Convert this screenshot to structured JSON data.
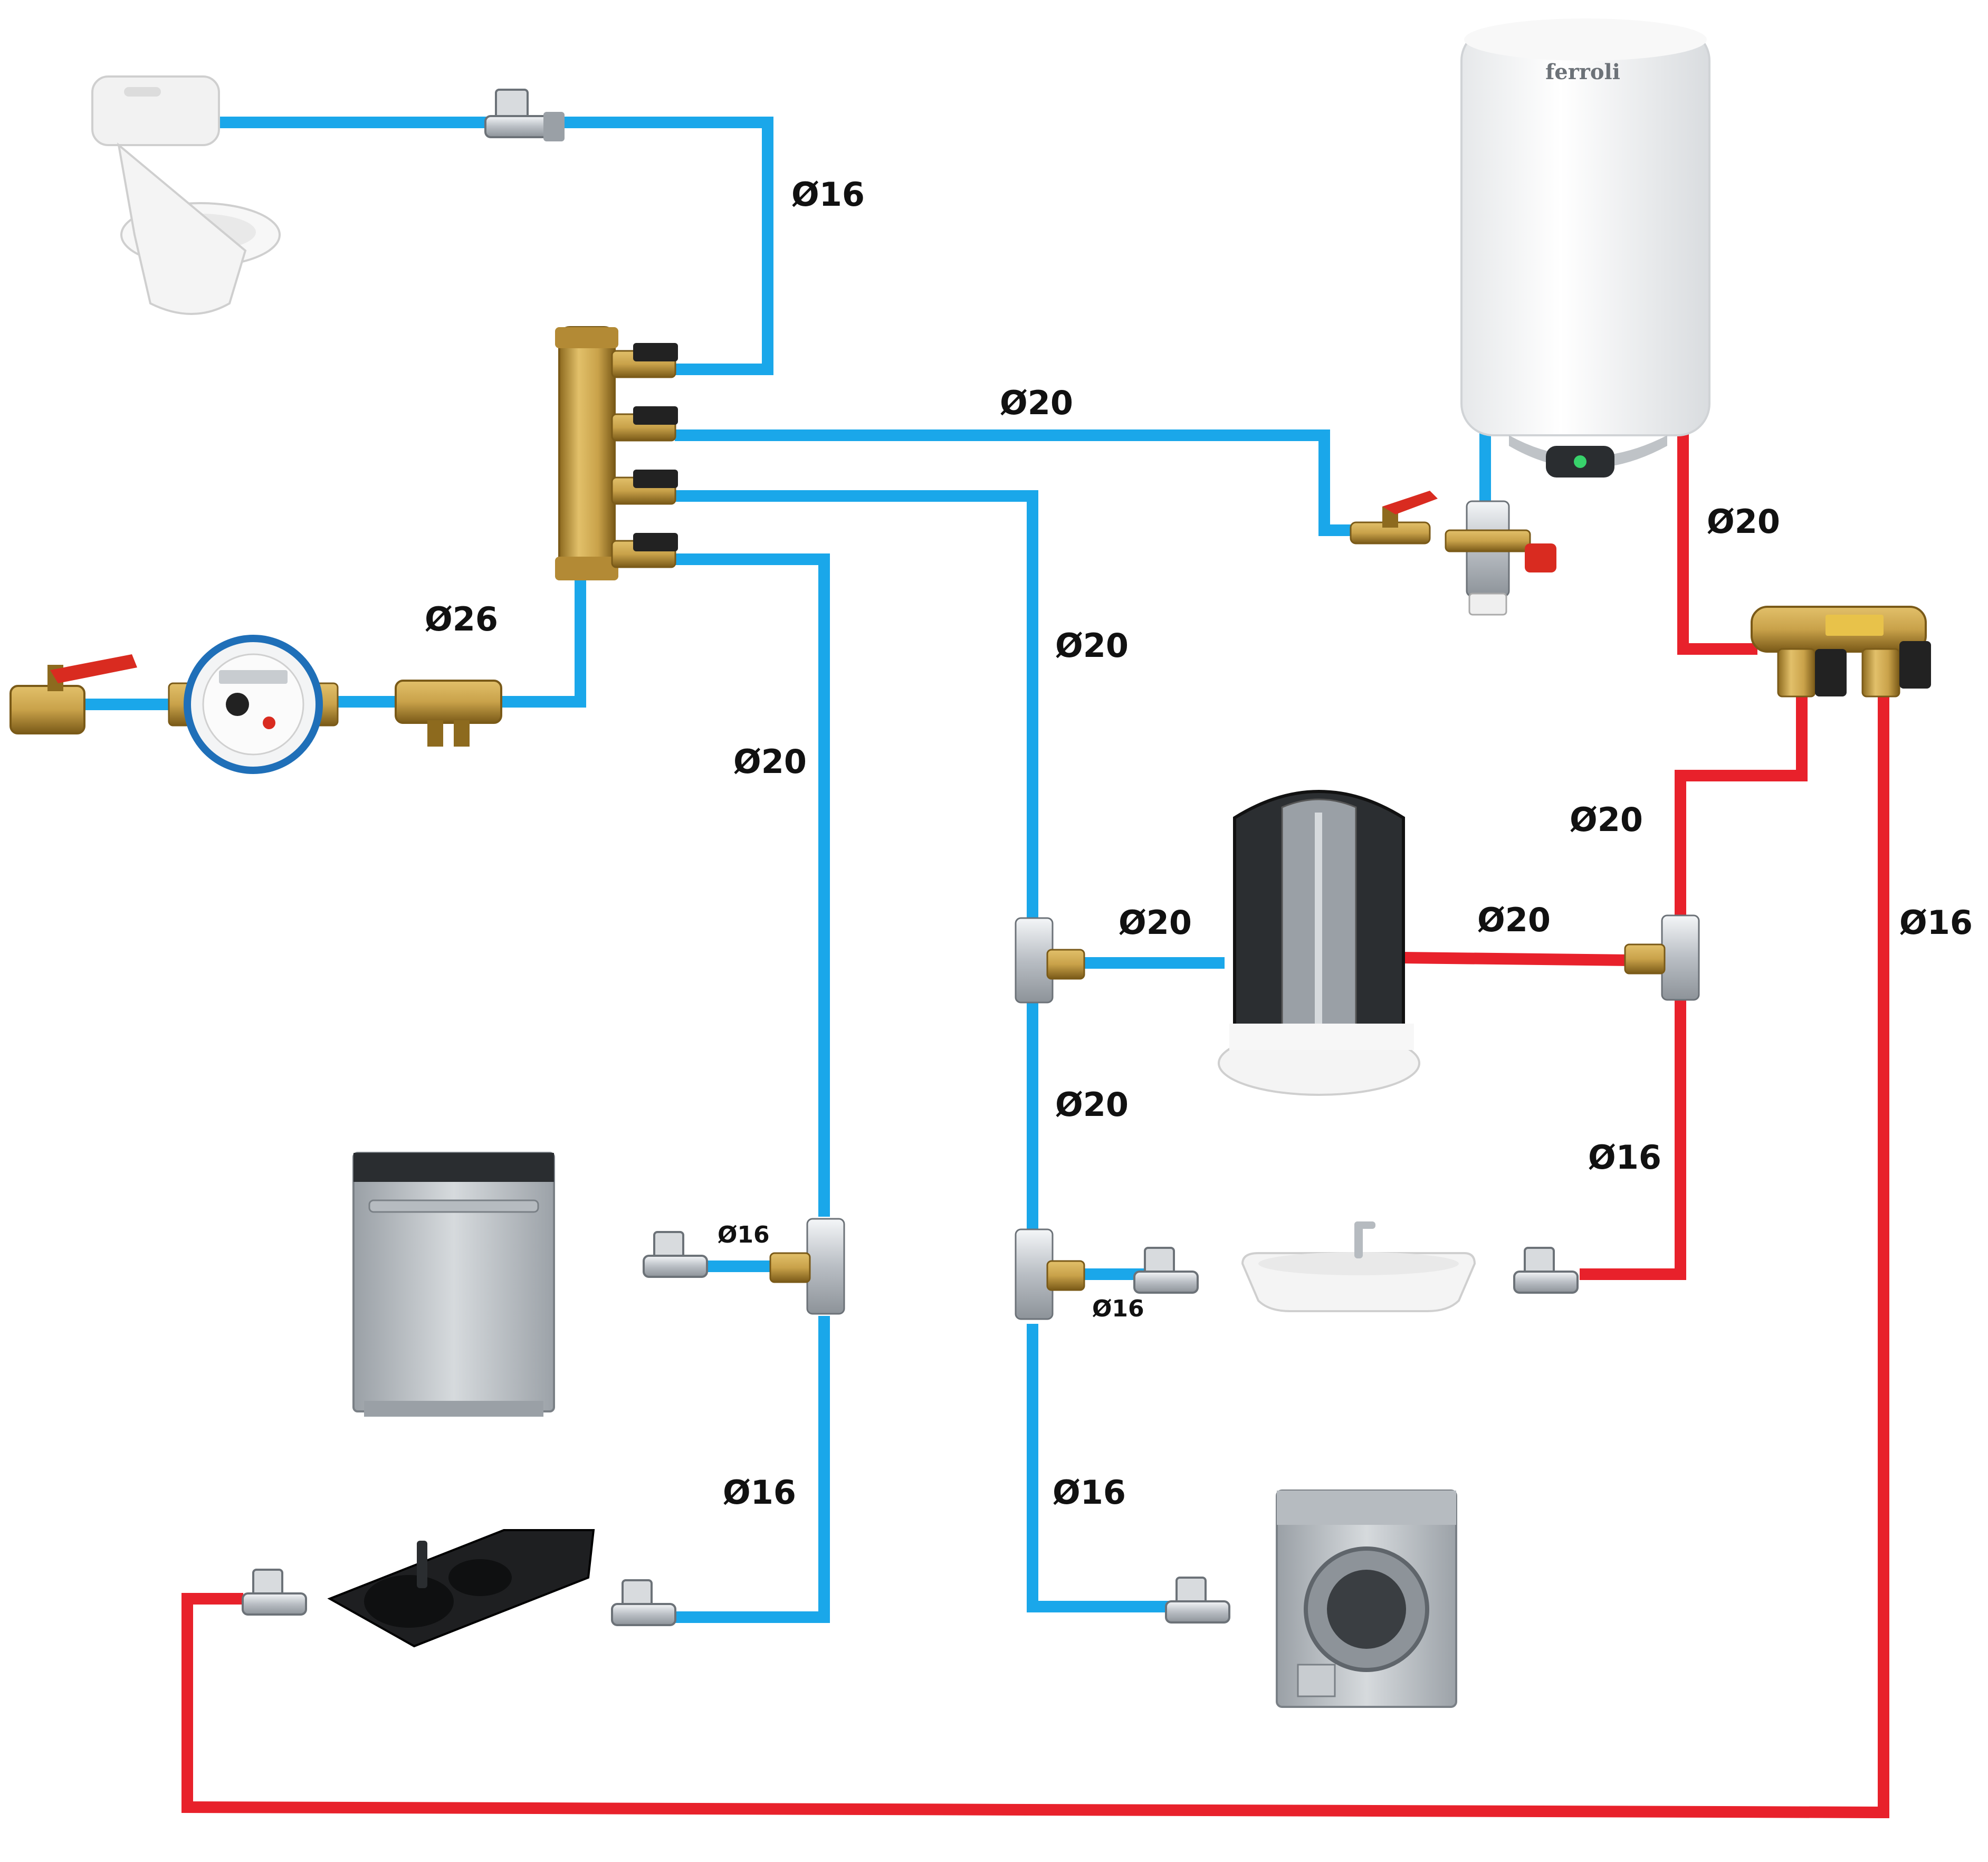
{
  "colors": {
    "cold_pipe": "#1aa7ea",
    "hot_pipe": "#e8212b",
    "brass": "#c9a24a",
    "brass_dark": "#8d6a1e",
    "chrome": "#c8ccd0",
    "handle_red": "#d92b20",
    "handle_black": "#222222"
  },
  "heater": {
    "brand": "ferroli"
  },
  "labels": {
    "toilet_pipe": "Ø16",
    "heater_cold_pipe": "Ø20",
    "heater_hot_out": "Ø20",
    "inlet_pipe": "Ø26",
    "kitchen_riser": "Ø20",
    "bath_riser": "Ø20",
    "shower_cold": "Ø20",
    "shower_hot": "Ø20",
    "hot_branch": "Ø20",
    "hot_return": "Ø16",
    "bath_lower": "Ø20",
    "basin_hot": "Ø16",
    "dishwasher_branch": "Ø16",
    "basin_cold": "Ø16",
    "sink_cold": "Ø16",
    "washer_cold": "Ø16"
  }
}
